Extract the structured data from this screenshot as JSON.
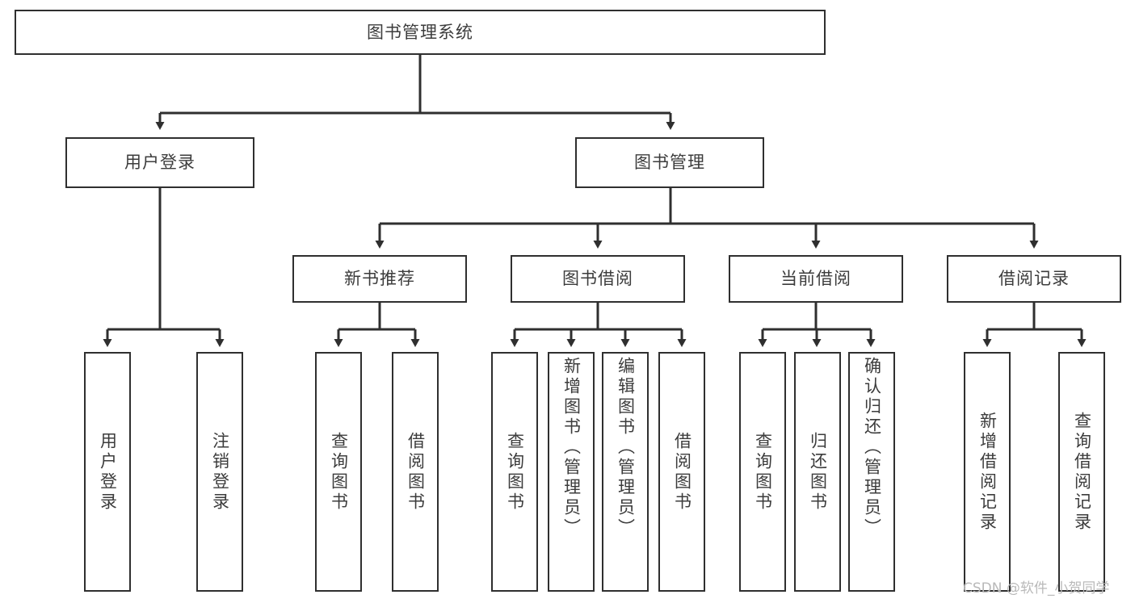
{
  "diagram": {
    "type": "tree",
    "title": "图书管理系统",
    "root": {
      "label": "图书管理系统"
    },
    "level2": [
      {
        "label": "用户登录"
      },
      {
        "label": "图书管理"
      }
    ],
    "level3": [
      {
        "label": "新书推荐"
      },
      {
        "label": "图书借阅"
      },
      {
        "label": "当前借阅"
      },
      {
        "label": "借阅记录"
      }
    ],
    "leaves": {
      "user_login": [
        {
          "label": "用户登录"
        },
        {
          "label": "注销登录"
        }
      ],
      "new_book_recommend": [
        {
          "label": "查询图书"
        },
        {
          "label": "借阅图书"
        }
      ],
      "book_borrow": [
        {
          "label": "查询图书"
        },
        {
          "label": "新增图书（管理员）"
        },
        {
          "label": "编辑图书（管理员）"
        },
        {
          "label": "借阅图书"
        }
      ],
      "current_borrow": [
        {
          "label": "查询图书"
        },
        {
          "label": "归还图书"
        },
        {
          "label": "确认归还（管理员）"
        }
      ],
      "borrow_record": [
        {
          "label": "新增借阅记录"
        },
        {
          "label": "查询借阅记录"
        }
      ]
    }
  },
  "watermark": {
    "text": "CSDN @软件_小贺同学"
  },
  "colors": {
    "box_border": "#2f2f2f",
    "box_fill": "#ffffff",
    "text": "#3c3c3c",
    "wire": "#2f2f2f",
    "watermark": "#b9b9b9"
  }
}
